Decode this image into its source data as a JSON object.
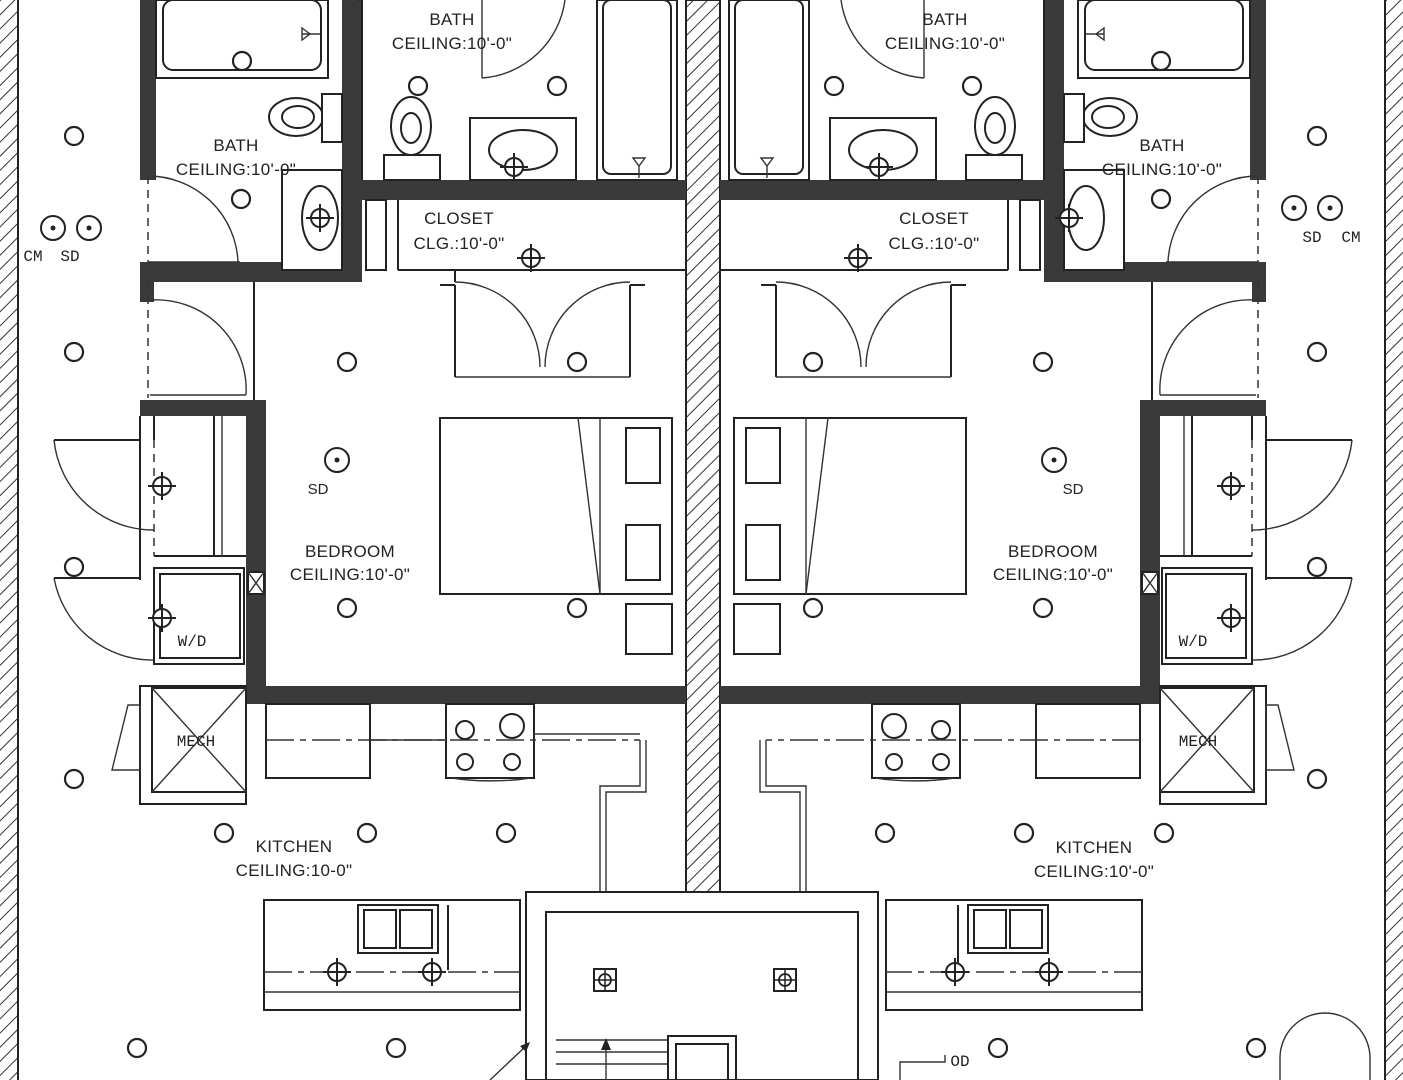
{
  "labels": {
    "bath_tl": "BATH",
    "bath_tl_ceil": "CEILING:10'-0\"",
    "bath_tc_l": "BATH",
    "bath_tc_l_ceil": "CEILING:10'-0\"",
    "bath_tc_r": "BATH",
    "bath_tc_r_ceil": "CEILING:10'-0\"",
    "bath_tr": "BATH",
    "bath_tr_ceil": "CEILING:10'-0\"",
    "closet_l": "CLOSET",
    "closet_l_ceil": "CLG.:10'-0\"",
    "closet_r": "CLOSET",
    "closet_r_ceil": "CLG.:10'-0\"",
    "bedroom_l": "BEDROOM",
    "bedroom_l_ceil": "CEILING:10'-0\"",
    "bedroom_r": "BEDROOM",
    "bedroom_r_ceil": "CEILING:10'-0\"",
    "kitchen_l": "KITCHEN",
    "kitchen_l_ceil": "CEILING:10-0\"",
    "kitchen_r": "KITCHEN",
    "kitchen_r_ceil": "CEILING:10'-0\"",
    "wd_l": "W/D",
    "wd_r": "W/D",
    "mech_l": "MECH",
    "mech_r": "MECH",
    "sd_bed_l": "SD",
    "sd_bed_r": "SD",
    "cm_l": "CM",
    "sd_l": "SD",
    "sd_r": "SD",
    "cm_r": "CM",
    "od": "OD"
  },
  "colors": {
    "line": "#222222",
    "wall_fill": "#3a3a3a",
    "background": "#ffffff"
  }
}
